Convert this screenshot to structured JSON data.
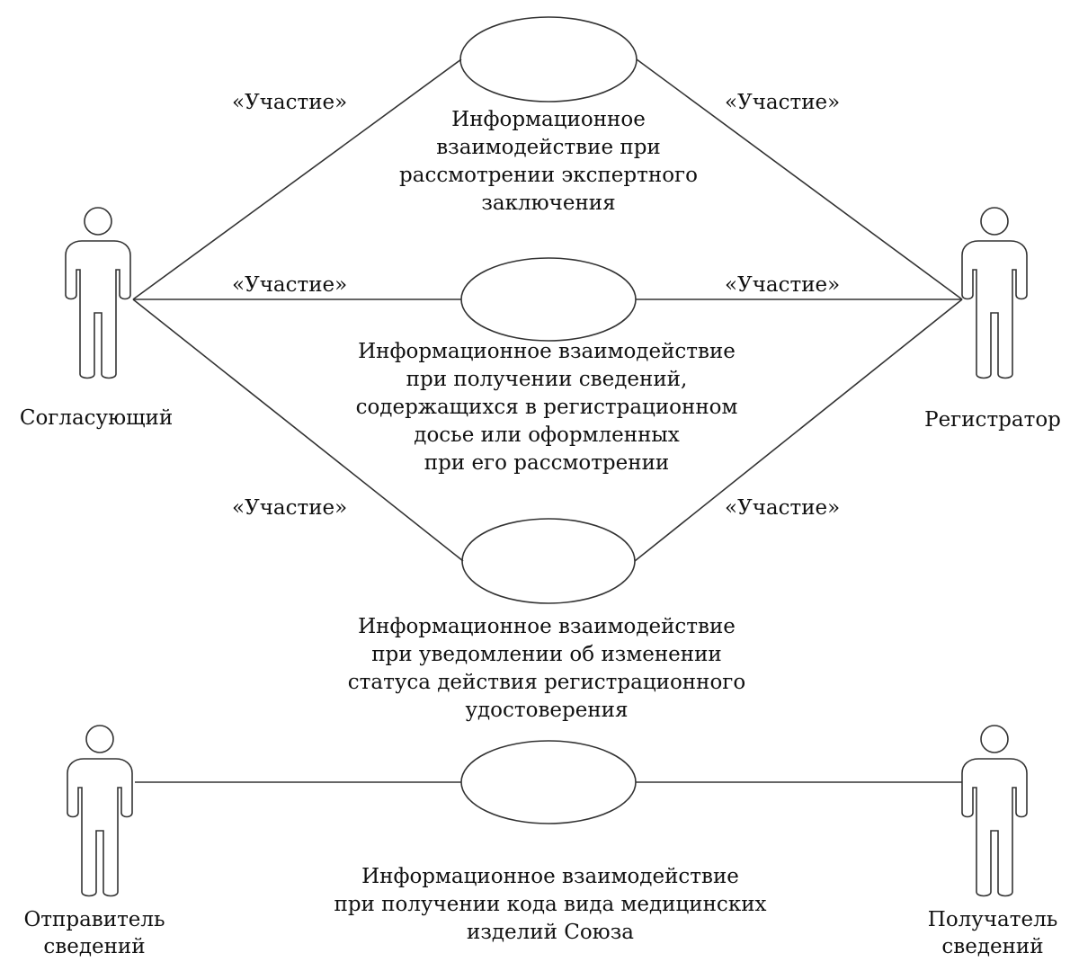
{
  "actors": {
    "approver": {
      "name_lines": [
        "Согласующий"
      ]
    },
    "registrar": {
      "name_lines": [
        "Регистратор"
      ]
    },
    "sender": {
      "name_lines": [
        "Отправитель",
        "сведений"
      ]
    },
    "recipient": {
      "name_lines": [
        "Получатель",
        "сведений"
      ]
    }
  },
  "use_cases": [
    {
      "text_lines": [
        "Информационное",
        "взаимодействие при",
        "рассмотрении экспертного",
        "заключения"
      ]
    },
    {
      "text_lines": [
        "Информационное взаимодействие",
        "при получении сведений,",
        "содержащихся в регистрационном",
        "досье или оформленных",
        "при его рассмотрении"
      ]
    },
    {
      "text_lines": [
        "Информационное взаимодействие",
        "при уведомлении об изменении",
        "статуса действия регистрационного",
        "удостоверения"
      ]
    },
    {
      "text_lines": [
        "Информационное взаимодействие",
        "при получении кода вида медицинских",
        "изделий Союза"
      ]
    }
  ],
  "association_stereotype": "«Участие»",
  "colors": {
    "stroke": "#333333",
    "text": "#111111",
    "background": "#ffffff"
  }
}
